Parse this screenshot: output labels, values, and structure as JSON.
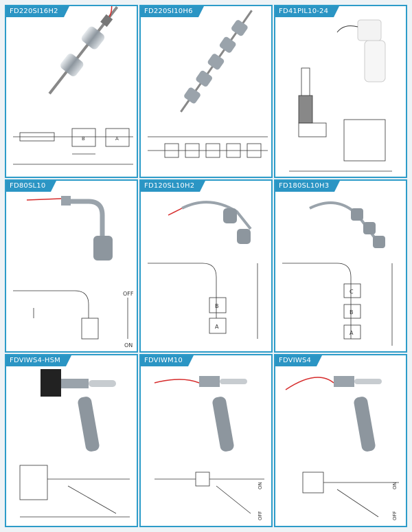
{
  "panels": [
    {
      "model": "FD220SI16H2",
      "letters": [
        "B",
        "A"
      ]
    },
    {
      "model": "FD220SI10H6",
      "letters": []
    },
    {
      "model": "FD41PIL10-24",
      "letters": []
    },
    {
      "model": "FD80SL10",
      "letters": [],
      "off": "OFF",
      "on": "ON"
    },
    {
      "model": "FD120SL10H2",
      "letters": [
        "B",
        "A"
      ]
    },
    {
      "model": "FD180SL10H3",
      "letters": [
        "C",
        "B",
        "A"
      ]
    },
    {
      "model": "FDVIWS4-HSM",
      "letters": []
    },
    {
      "model": "FDVIWM10",
      "letters": [],
      "on": "ON",
      "off": "OFF"
    },
    {
      "model": "FDVIWS4",
      "letters": [],
      "on": "ON",
      "off": "OFF"
    }
  ],
  "colors": {
    "frame": "#2d9cc9",
    "tag": "#2b95c4",
    "wire": "#d62b2b",
    "steel": "#9aa3ab"
  }
}
